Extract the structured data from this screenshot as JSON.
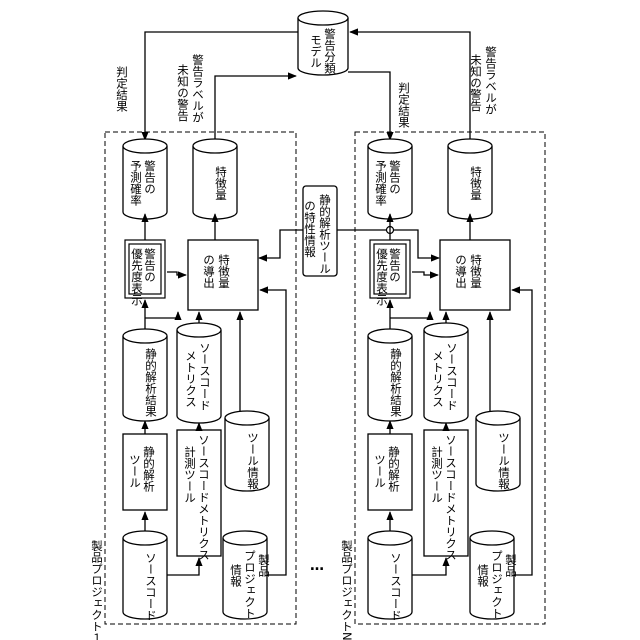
{
  "classification_model": [
    "警告分類",
    "モデル"
  ],
  "edge_labels": {
    "judgement_result": "判定結果",
    "unknown_warning": [
      "警告ラベルが",
      "未知の警告"
    ]
  },
  "static_tool_traits": [
    "静的解析ツール",
    "の特性情報"
  ],
  "ellipsis": "…",
  "projects": [
    {
      "name": "製品プロジェクト１",
      "warning_probability": [
        "警告の",
        "予測確率"
      ],
      "feature_db": "特徴量",
      "warning_priority": [
        "警告の",
        "優先度表示"
      ],
      "feature_derivation": [
        "特徴量",
        "の導出"
      ],
      "static_analysis_result": "静的解析結果",
      "source_metrics": [
        "ソースコード",
        "メトリクス"
      ],
      "tool_info": "ツール情報",
      "static_analysis_tool": [
        "静的解析",
        "ツール"
      ],
      "metrics_tool": [
        "ソースコードメトリクス",
        "計測ツール"
      ],
      "source_code": "ソースコード",
      "product_info": [
        "製品",
        "プロジェクト",
        "情報"
      ]
    },
    {
      "name": "製品プロジェクトN",
      "warning_probability": [
        "警告の",
        "予測確率"
      ],
      "feature_db": "特徴量",
      "warning_priority": [
        "警告の",
        "優先度表示"
      ],
      "feature_derivation": [
        "特徴量",
        "の導出"
      ],
      "static_analysis_result": "静的解析結果",
      "source_metrics": [
        "ソースコード",
        "メトリクス"
      ],
      "tool_info": "ツール情報",
      "static_analysis_tool": [
        "静的解析",
        "ツール"
      ],
      "metrics_tool": [
        "ソースコードメトリクス",
        "計測ツール"
      ],
      "source_code": "ソースコード",
      "product_info": [
        "製品",
        "プロジェクト",
        "情報"
      ]
    }
  ]
}
